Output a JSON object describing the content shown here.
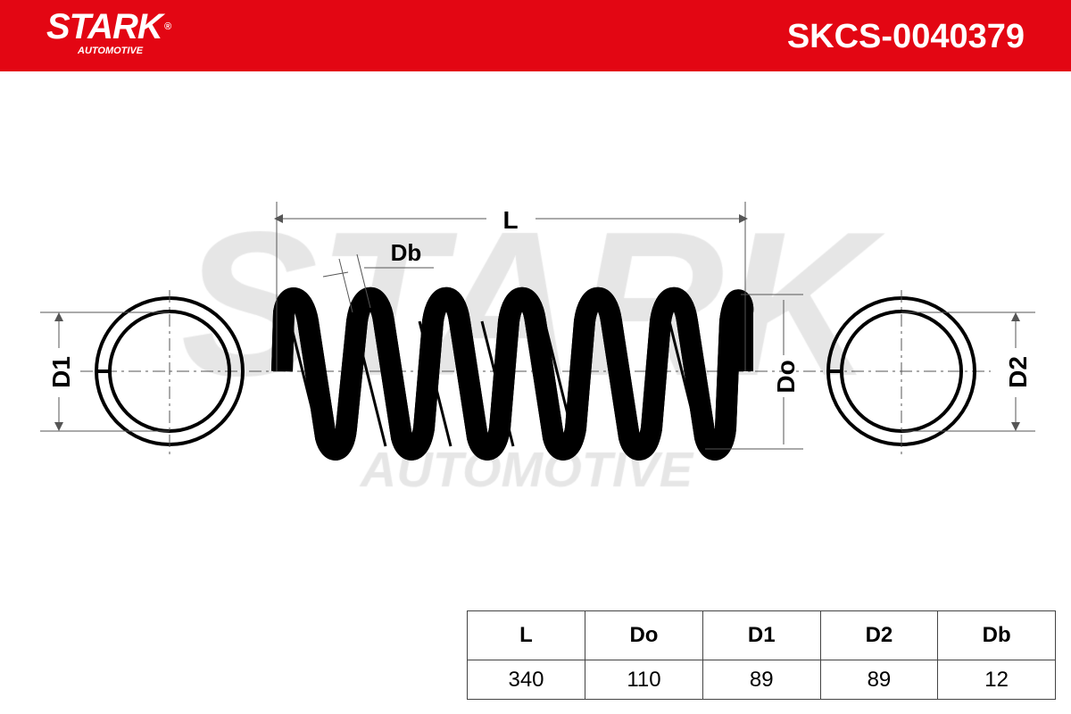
{
  "header": {
    "brand": "STARK",
    "brand_sub": "AUTOMOTIVE",
    "part_code": "SKCS-0040379",
    "color": "#e30613"
  },
  "watermark": {
    "main": "STARK",
    "sub": "AUTOMOTIVE"
  },
  "labels": {
    "L": "L",
    "Db": "Db",
    "D1": "D1",
    "Do": "Do",
    "D2": "D2"
  },
  "table": {
    "headers": [
      "L",
      "Do",
      "D1",
      "D2",
      "Db"
    ],
    "values": [
      "340",
      "110",
      "89",
      "89",
      "12"
    ]
  }
}
